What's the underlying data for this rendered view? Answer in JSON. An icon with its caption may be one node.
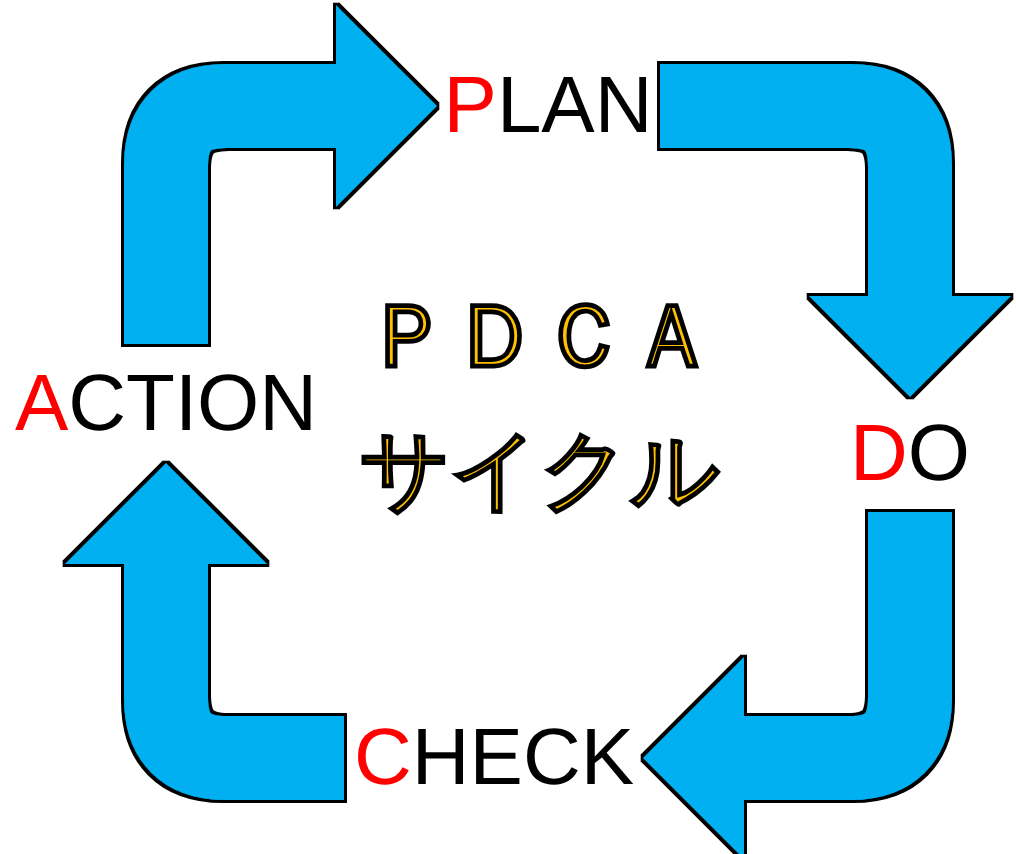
{
  "diagram": {
    "nodes": [
      {
        "text": [
          "PLAN"
        ]
      },
      {
        "text": [
          "DO"
        ]
      },
      {
        "text": [
          "CHECK"
        ]
      },
      {
        "text": [
          "ACTION"
        ]
      }
    ],
    "edges": [
      {
        "from": 3,
        "to": 0,
        "arrow": "to"
      },
      {
        "from": 0,
        "to": 1,
        "arrow": "to"
      },
      {
        "from": 1,
        "to": 2,
        "arrow": "to"
      },
      {
        "from": 2,
        "to": 3,
        "arrow": "to"
      }
    ],
    "labels": [
      "ＰＤＣＡ",
      "サイクル"
    ]
  }
}
